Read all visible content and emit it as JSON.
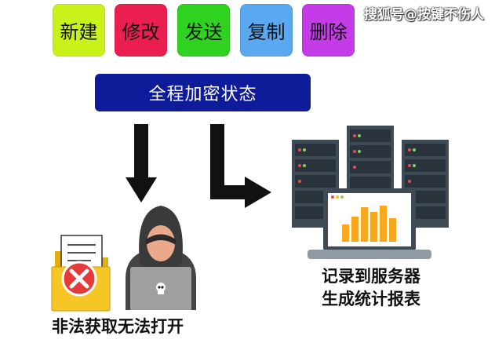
{
  "watermark": "搜狐号@按键不伤人",
  "actions": [
    {
      "label": "新建",
      "color": "#c8f21a"
    },
    {
      "label": "修改",
      "color": "#ea1f4f"
    },
    {
      "label": "发送",
      "color": "#2fd21f"
    },
    {
      "label": "复制",
      "color": "#5aa8f0"
    },
    {
      "label": "删除",
      "color": "#c43be8"
    }
  ],
  "banner": {
    "label": "全程加密状态",
    "color": "#0f1c99"
  },
  "left_caption": "非法获取无法打开",
  "right_caption_line1": "记录到服务器",
  "right_caption_line2": "生成统计报表",
  "colors": {
    "arrow": "#111111",
    "server": "#3e4a55",
    "folder": "#f5c626",
    "error": "#e63a3a",
    "chart_bar": "#f7a81c",
    "hacker": "#4a4a4a",
    "face": "#e9a98a"
  },
  "icons": [
    "folder-error-icon",
    "hacker-icon",
    "server-rack-icon",
    "monitor-chart-icon",
    "arrow-down-icon",
    "arrow-right-icon"
  ]
}
